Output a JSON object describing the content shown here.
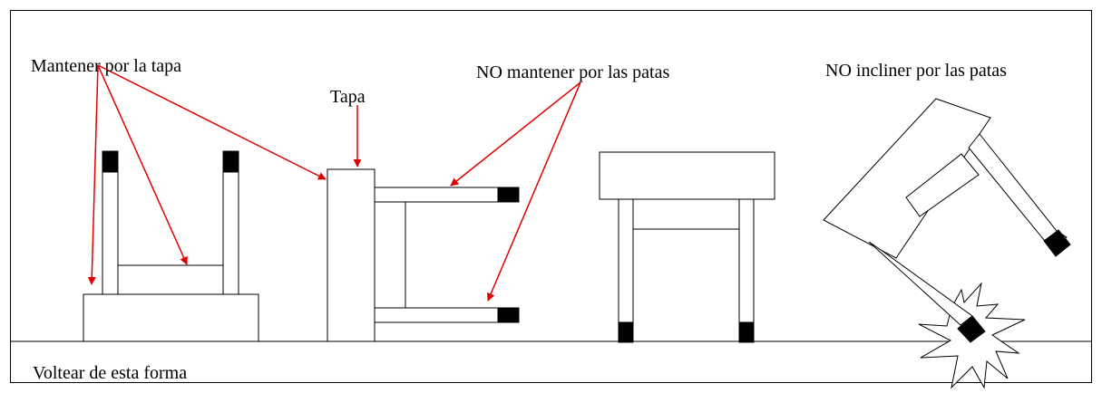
{
  "labels": {
    "hold_by_top": "Mantener por la tapa",
    "top": "Tapa",
    "no_hold_by_legs": "NO mantener por las patas",
    "no_tilt_by_legs": "NO incliner por las patas",
    "flip_this_way": "Voltear de esta forma"
  },
  "colors": {
    "arrow": "#e00000",
    "line": "#000000",
    "leg_cap": "#000000"
  }
}
